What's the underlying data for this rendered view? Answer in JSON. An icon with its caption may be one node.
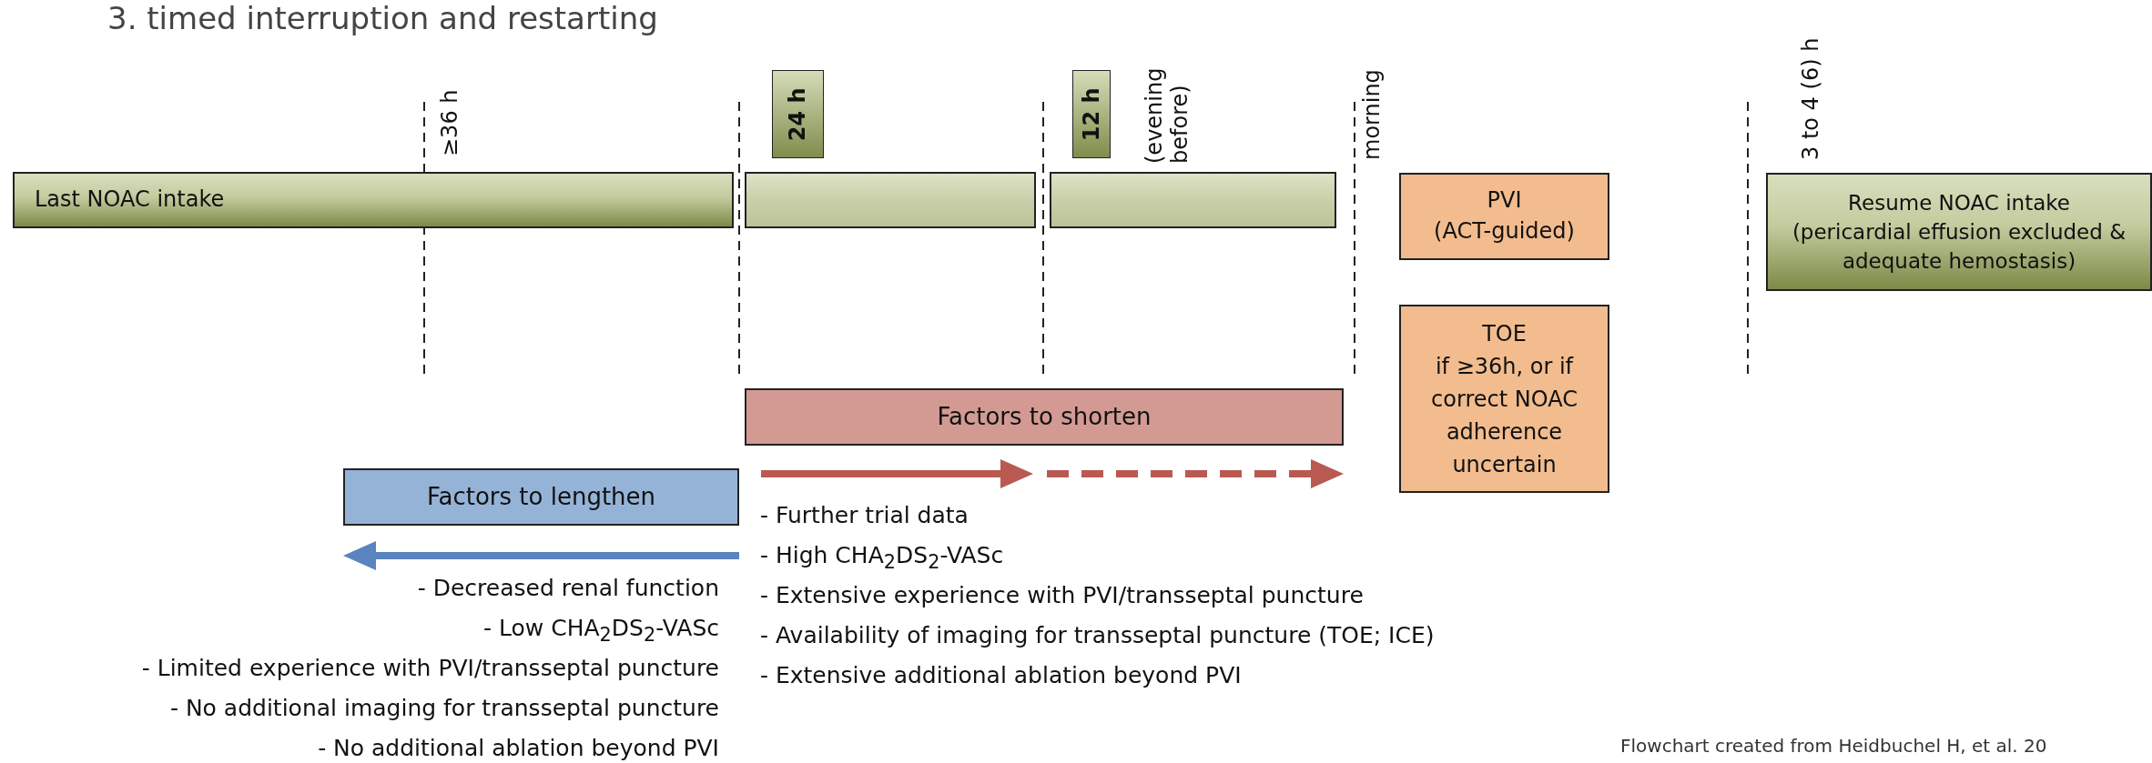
{
  "diagram": {
    "title": "3. timed interruption and restarting",
    "caption": "Flowchart created from Heidbuchel H, et al. 20",
    "nodes": [
      {
        "text": [
          "Last NOAC intake"
        ]
      },
      {
        "text": [
          "24 h"
        ]
      },
      {
        "text": [],
        "shape": "bar"
      },
      {
        "text": [
          "12 h"
        ]
      },
      {
        "text": [],
        "shape": "bar"
      },
      {
        "text": [
          "PVI",
          "(ACT-guided)"
        ]
      },
      {
        "text": [
          "TOE",
          "if ≥36h, or if correct NOAC adherence uncertain"
        ]
      },
      {
        "text": [
          "Resume NOAC intake",
          "(pericardial effusion excluded & adequate hemostasis)"
        ]
      },
      {
        "text": [
          "Factors to shorten"
        ]
      },
      {
        "text": [
          "Factors to lengthen"
        ]
      }
    ],
    "labels": [
      "≥36 h",
      "(evening before)",
      "morning",
      "3 to 4 (6) h",
      "- Further trial data",
      "- High CHA$_{2}$DS$_{2}$-VASc",
      "- Extensive experience with PVI/transseptal puncture",
      "- Availability of imaging for transseptal puncture (TOE; ICE)",
      "- Extensive additional ablation beyond PVI",
      "- Decreased renal function",
      "- Low CHA$_{2}$DS$_{2}$-VASc",
      "- Limited experience with PVI/transseptal puncture",
      "- No additional imaging for transseptal puncture",
      "- No additional ablation beyond PVI"
    ]
  }
}
